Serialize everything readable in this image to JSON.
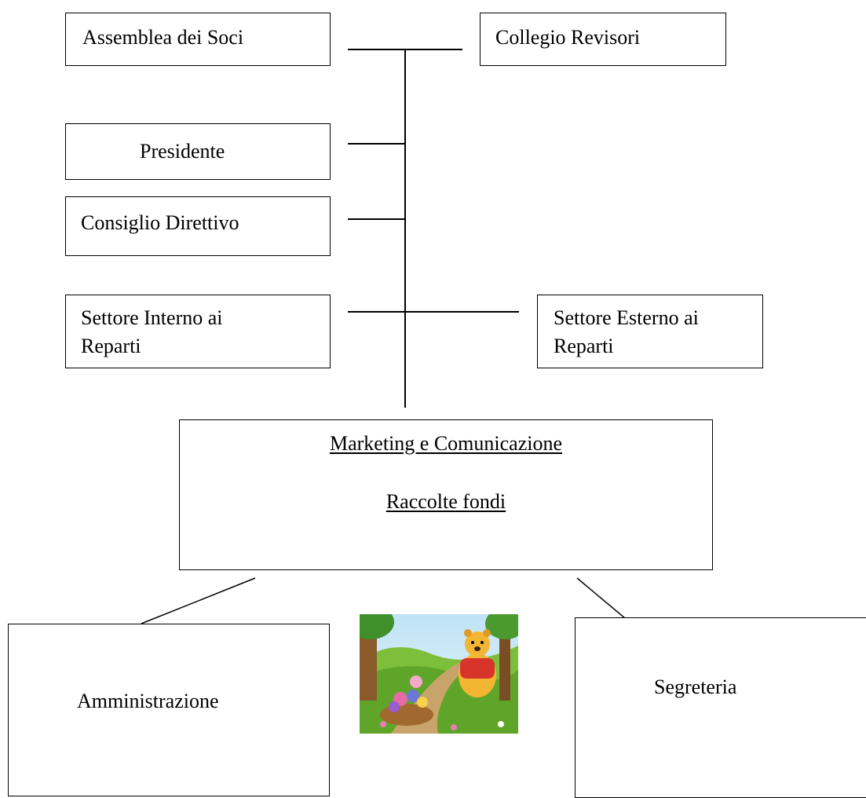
{
  "boxes": {
    "assemblea": "Assemblea dei Soci",
    "collegio": "Collegio Revisori",
    "presidente": "Presidente",
    "consiglio": "Consiglio Direttivo",
    "settore_interno": "Settore Interno ai\nReparti",
    "settore_esterno": "Settore Esterno ai\nReparti",
    "marketing": "Marketing e Comunicazione",
    "raccolte": "Raccolte fondi",
    "amministrazione": "Amministrazione",
    "segreteria": "Segreteria"
  },
  "illustration": {
    "subject": "cartoon-bear-with-wheelbarrow-and-flowers"
  },
  "colors": {
    "line": "#000000",
    "box_border": "#000000",
    "background": "#ffffff"
  }
}
